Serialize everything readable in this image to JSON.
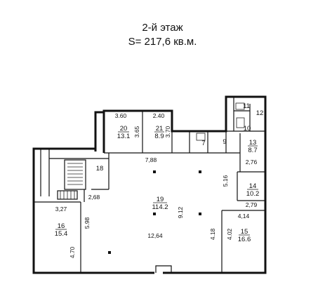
{
  "header": {
    "floor": "2-й этаж",
    "total_area": "S= 217,6 кв.м."
  },
  "rooms": [
    {
      "id": "20",
      "num": "20",
      "area": "13.1"
    },
    {
      "id": "21",
      "num": "21",
      "area": "8.9"
    },
    {
      "id": "7",
      "num": "7",
      "area": ""
    },
    {
      "id": "9",
      "num": "9",
      "area": ""
    },
    {
      "id": "10",
      "num": "10",
      "area": ""
    },
    {
      "id": "11",
      "num": "11",
      "area": ""
    },
    {
      "id": "12",
      "num": "12",
      "area": ""
    },
    {
      "id": "13",
      "num": "13",
      "area": "8.7"
    },
    {
      "id": "14",
      "num": "14",
      "area": "10.2"
    },
    {
      "id": "15",
      "num": "15",
      "area": "16.6"
    },
    {
      "id": "16",
      "num": "16",
      "area": "15.4"
    },
    {
      "id": "18",
      "num": "18",
      "area": ""
    },
    {
      "id": "19",
      "num": "19",
      "area": "114.2"
    }
  ],
  "dimensions": {
    "d360": "3.60",
    "d240": "2.40",
    "d365": "3.65",
    "d370": "3.70",
    "d788": "7,88",
    "d276": "2,76",
    "d516": "5.16",
    "d268": "2,68",
    "d327": "3,27",
    "d598": "5.98",
    "d912": "9.12",
    "d279": "2,79",
    "d414": "4,14",
    "d470": "4.70",
    "d1264": "12,64",
    "d418": "4.18",
    "d402": "4.02"
  }
}
